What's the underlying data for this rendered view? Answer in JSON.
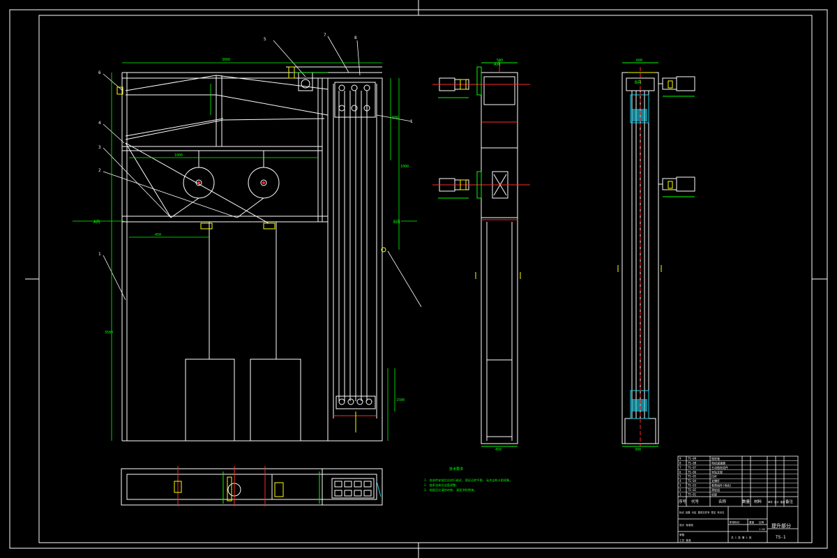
{
  "colors": {
    "background": "#000000",
    "frame": "#ffffff",
    "geometry": "#ffffff",
    "dimension": "#00ff00",
    "centerline": "#ff2a2a",
    "accent": "#ffff00",
    "highlight": "#22d3ee"
  },
  "callouts": [
    "6",
    "7",
    "8",
    "5",
    "4",
    "3",
    "2",
    "1",
    "1"
  ],
  "section_marks": {
    "a": "A向",
    "b": "B向",
    "c": "A向",
    "d": "B向"
  },
  "dimension_labels": {
    "top_width": "3000",
    "mid_width": "1000",
    "low_width": "450",
    "height": "3500",
    "right_h1": "600",
    "right_h2": "1000",
    "right_h3": "1500",
    "view2_w": "500",
    "view3_w": "600",
    "view2_b": "450",
    "view3_b": "300"
  },
  "tech_notes": {
    "heading": "技术要求",
    "lines": [
      "1. 各部件安装后应进行调试, 保证运转平稳, 无冲击和卡阻现象。",
      "2. 链条张紧应适度调整。",
      "3. 装配后应清除杂物, 表面涂防锈漆。"
    ]
  },
  "title_block": {
    "drawing_name": "提升部分",
    "drawing_no": "TS-1",
    "header": {
      "seq": "序号",
      "code": "代号",
      "name": "名称",
      "qty": "数量",
      "material": "材料",
      "weight": "单件 总计 重量",
      "remark": "备注"
    },
    "rows": [
      {
        "seq": "9",
        "code": "TS-09",
        "name": "链轮轴"
      },
      {
        "seq": "8",
        "code": "TS-08",
        "name": "电机减速器"
      },
      {
        "seq": "7",
        "code": "TS-07",
        "name": "主动链轮组件"
      },
      {
        "seq": "6",
        "code": "TS-06",
        "name": "导轨支架"
      },
      {
        "seq": "5",
        "code": "TS-05",
        "name": "拉杆"
      },
      {
        "seq": "4",
        "code": "TS-04",
        "name": "支撑杆"
      },
      {
        "seq": "3",
        "code": "TS-03",
        "name": "卷筒组件(电机)"
      },
      {
        "seq": "2",
        "code": "TS-02",
        "name": "滑轮组"
      },
      {
        "seq": "1",
        "code": "TS-01",
        "name": "机架"
      }
    ],
    "lower": {
      "r1": "标记 处数 分区 更改文件号 签名 年月日",
      "r2": "设计 标准化",
      "r3": "审核",
      "r4": "工艺 批准",
      "stage": "阶段标记",
      "weight": "重量",
      "scale": "比例",
      "scale_val": "1:20",
      "sheet": "共 1 张 第 1 张"
    }
  }
}
